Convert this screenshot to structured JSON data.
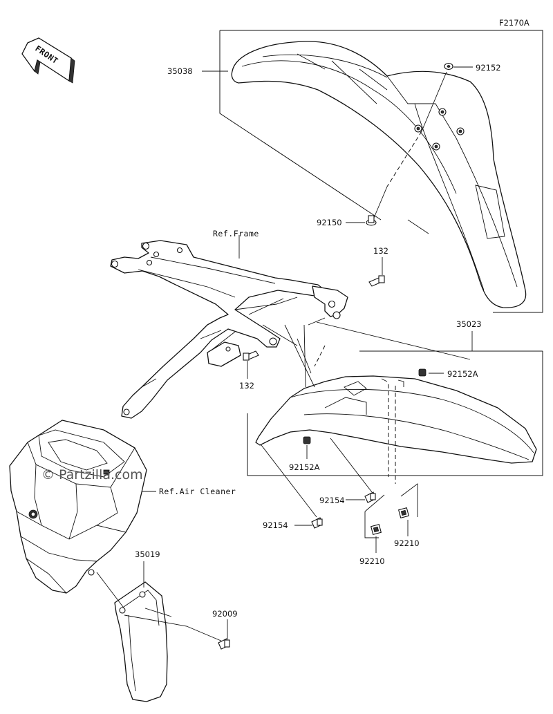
{
  "figure_code": "F2170A",
  "front_label": "FRONT",
  "watermark": "© Partzilla.com",
  "references": {
    "frame": "Ref.Frame",
    "air_cleaner": "Ref.Air Cleaner"
  },
  "callouts": {
    "p35038": "35038",
    "p92152": "92152",
    "p92150": "92150",
    "p132_top": "132",
    "p132_bottom": "132",
    "p35023": "35023",
    "p92152A_right": "92152A",
    "p92152A_left": "92152A",
    "p92154_a": "92154",
    "p92154_b": "92154",
    "p92210_a": "92210",
    "p92210_b": "92210",
    "p35019": "35019",
    "p92009": "92009"
  }
}
